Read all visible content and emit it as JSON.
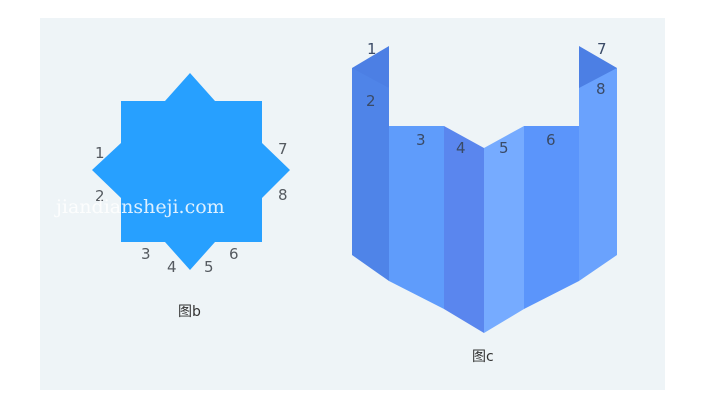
{
  "figure_b": {
    "caption": "图b",
    "fill_color": "#27a0ff",
    "labels": [
      "1",
      "2",
      "3",
      "4",
      "5",
      "6",
      "7",
      "8"
    ]
  },
  "figure_c": {
    "caption": "图c",
    "labels": [
      "1",
      "2",
      "3",
      "4",
      "5",
      "6",
      "7",
      "8"
    ],
    "panel_colors": [
      "#4f84e8",
      "#5a93f4",
      "#5f9cfb",
      "#5a86ee",
      "#76abff",
      "#5b95fb",
      "#72a8ff",
      "#6aa2fd"
    ]
  },
  "watermark": "jiandiansheji.com"
}
